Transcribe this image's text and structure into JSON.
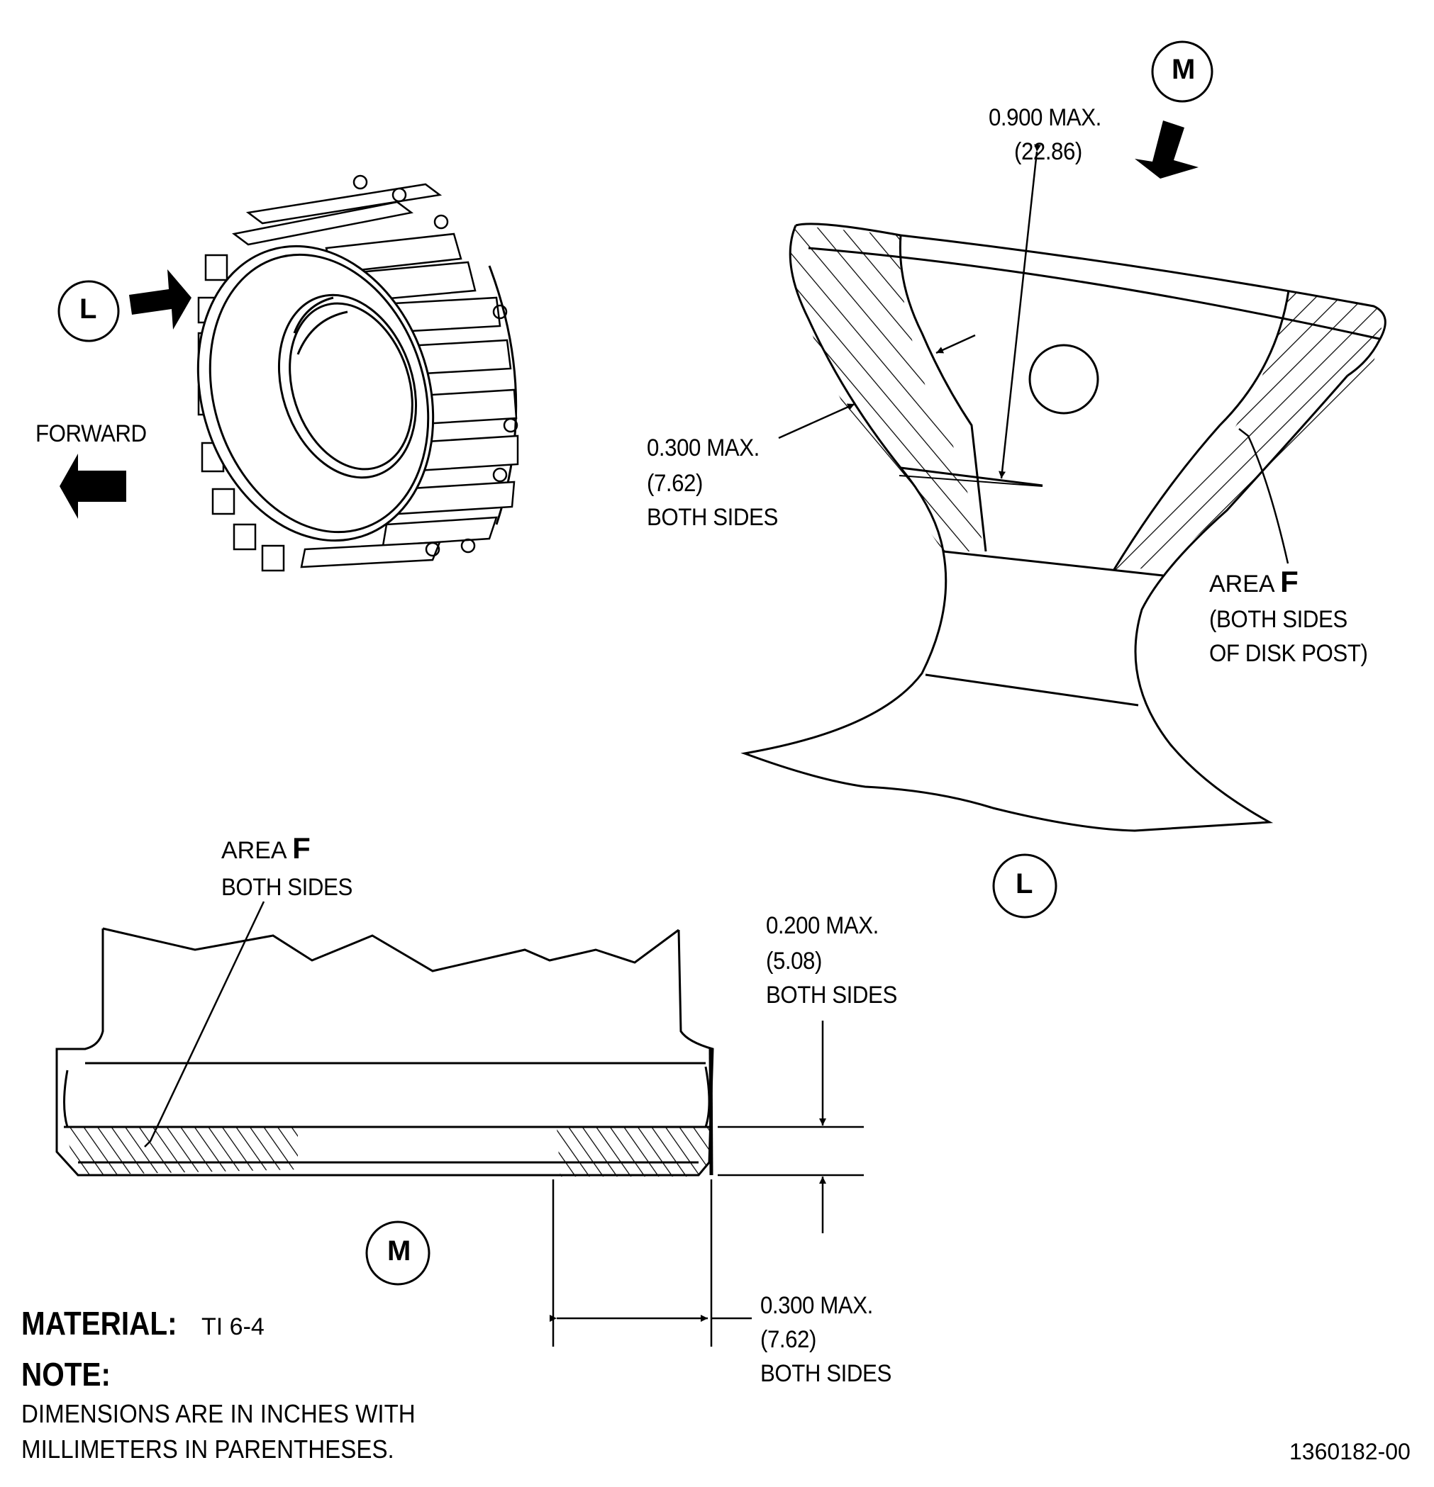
{
  "callouts": {
    "view_l_top": "L",
    "view_m_top": "M",
    "view_l_bottom": "L",
    "view_m_bottom": "M"
  },
  "forward_label": "FORWARD",
  "dim_top_max": "0.900 MAX.",
  "dim_top_mm": "(22.86)",
  "dim_side_max": "0.300 MAX.",
  "dim_side_mm": "(7.62)",
  "dim_side_note": "BOTH SIDES",
  "area_right_word": "AREA",
  "area_right_letter": "F",
  "area_right_line2": "(BOTH SIDES",
  "area_right_line3": "OF DISK POST)",
  "area_bottom_word": "AREA",
  "area_bottom_letter": "F",
  "area_bottom_line2": "BOTH SIDES",
  "dim_height_max": "0.200 MAX.",
  "dim_height_mm": "(5.08)",
  "dim_height_note": "BOTH SIDES",
  "dim_width_max": "0.300 MAX.",
  "dim_width_mm": "(7.62)",
  "dim_width_note": "BOTH SIDES",
  "material_label": "MATERIAL:",
  "material_value": "TI 6-4",
  "note_label": "NOTE:",
  "note_line1": "DIMENSIONS ARE IN INCHES WITH",
  "note_line2": "MILLIMETERS IN PARENTHESES.",
  "figure_number": "1360182-00"
}
